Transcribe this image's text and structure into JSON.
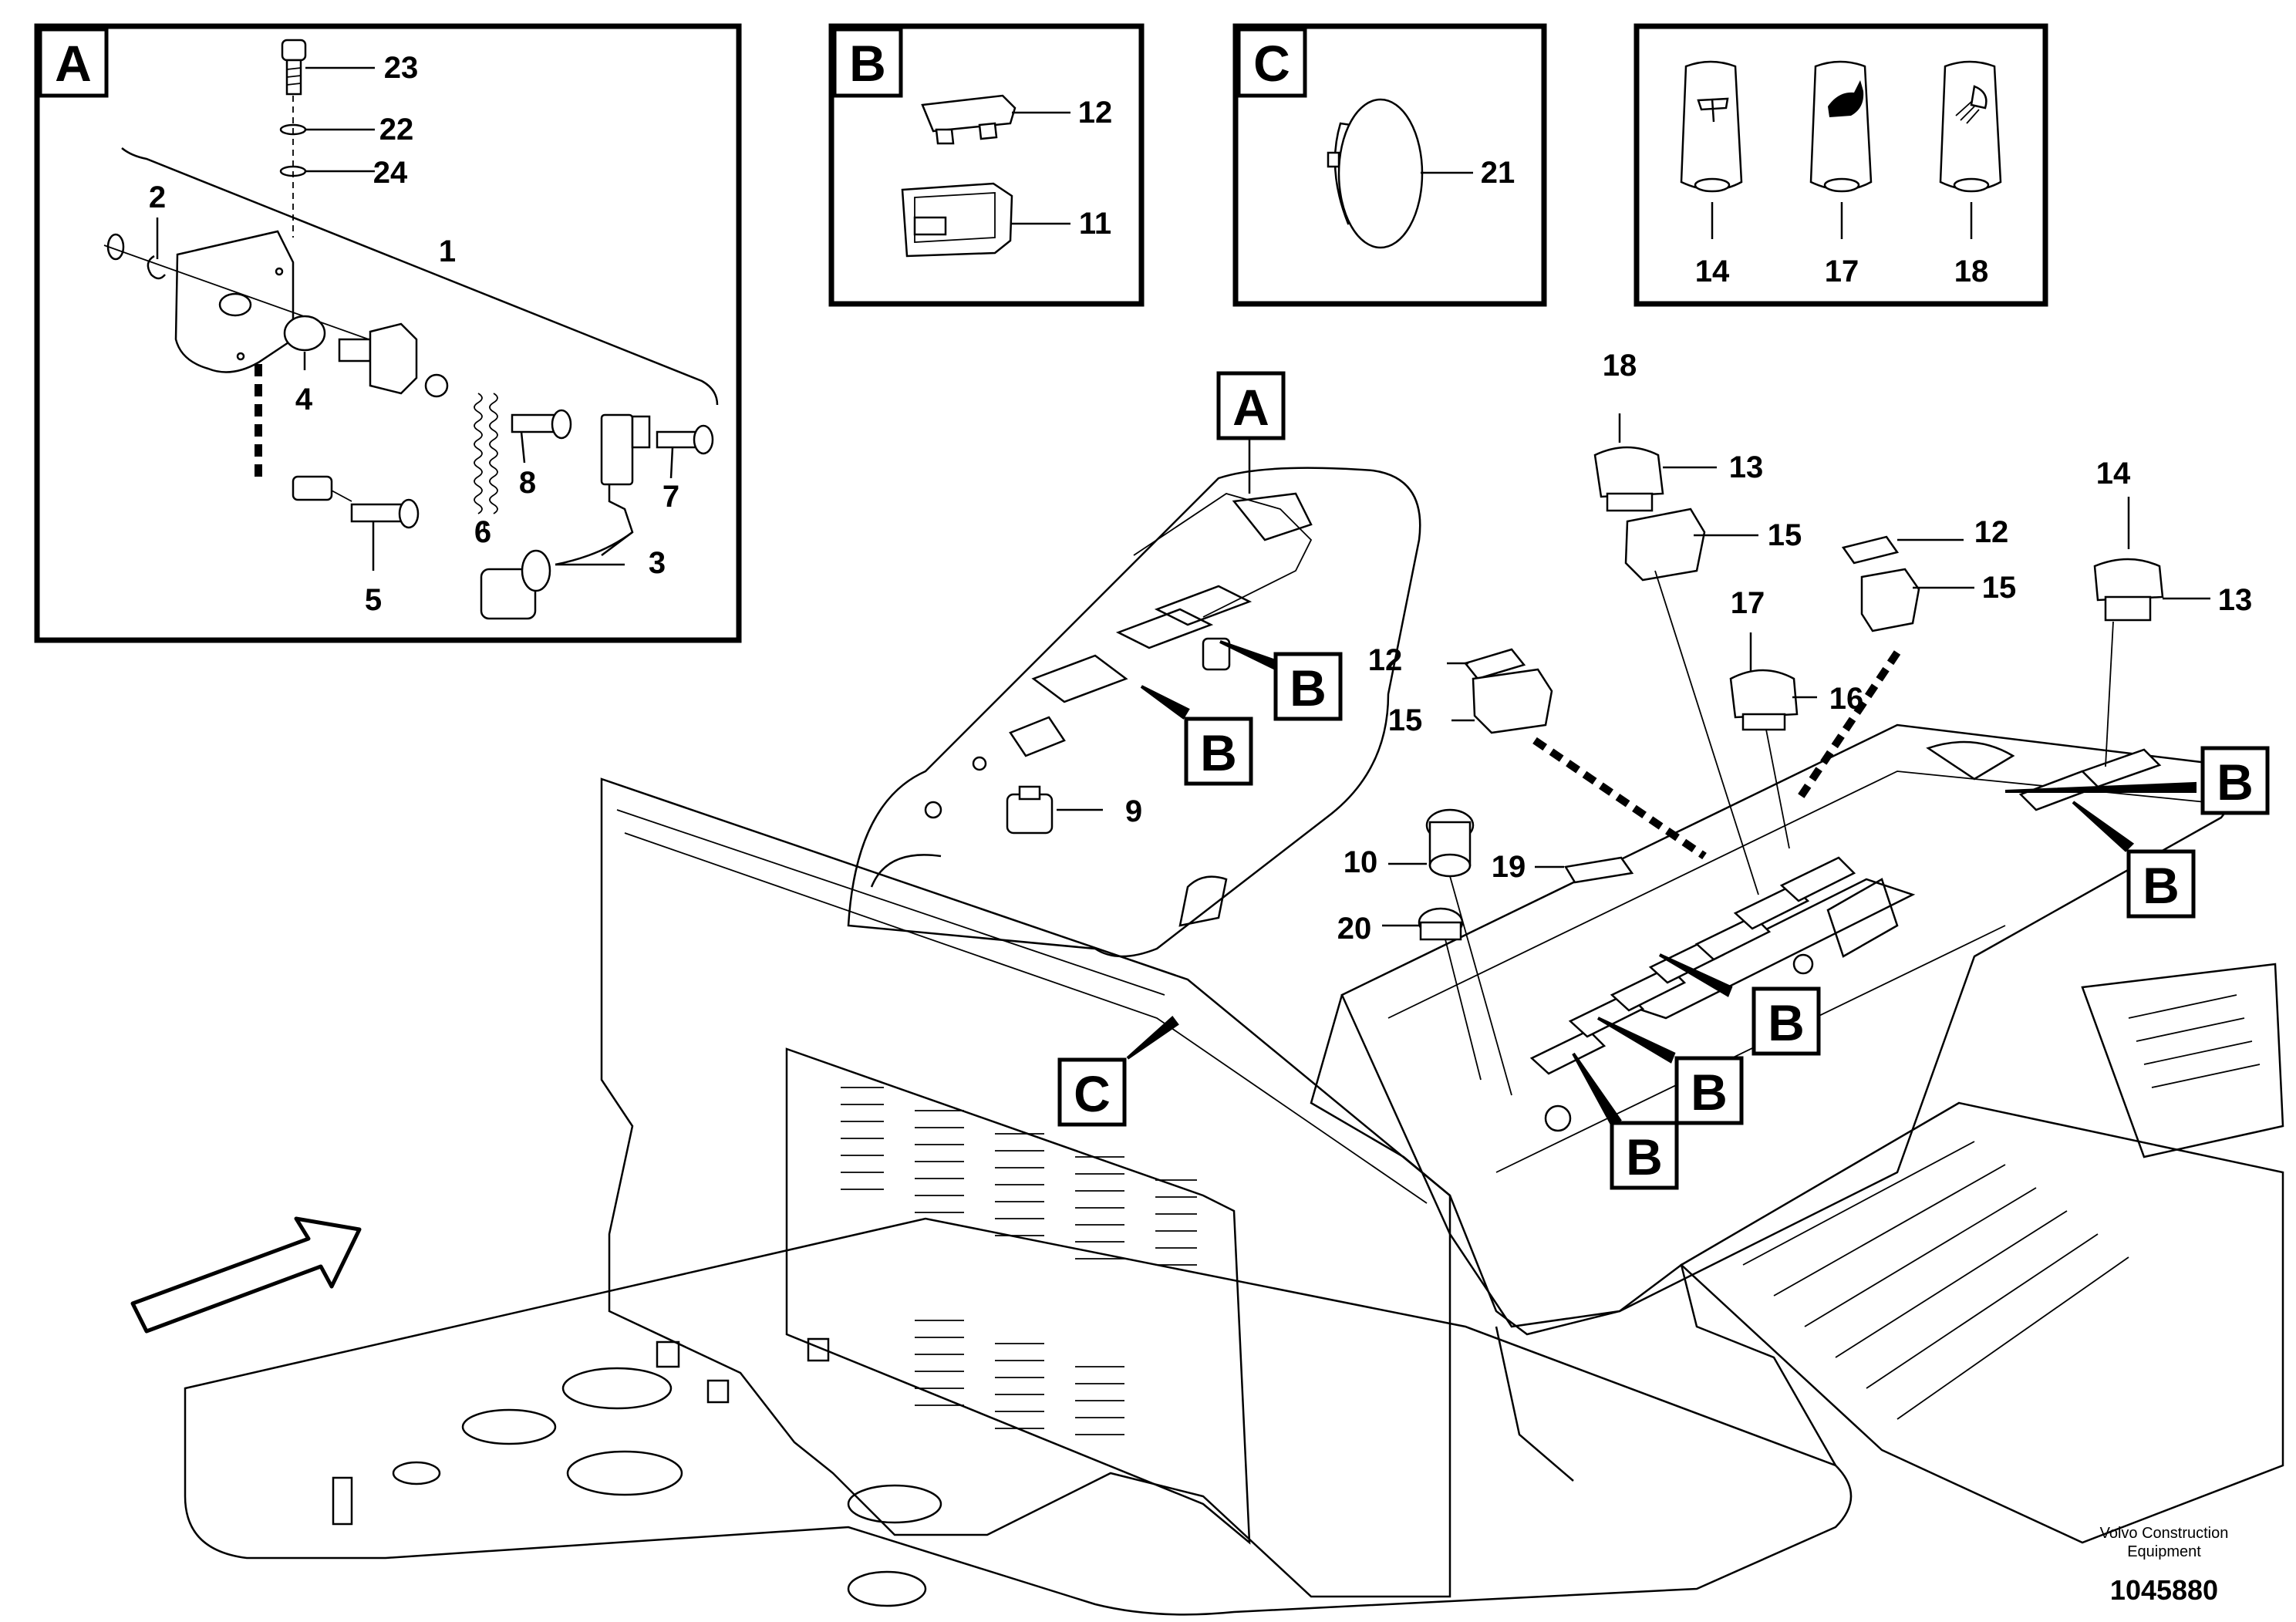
{
  "detail_boxes": {
    "A": {
      "label": "A",
      "callouts": {
        "p23": "23",
        "p22": "22",
        "p24": "24",
        "p2": "2",
        "p1": "1",
        "p4": "4",
        "p8": "8",
        "p7": "7",
        "p6": "6",
        "p3": "3",
        "p5": "5"
      }
    },
    "B": {
      "label": "B",
      "callouts": {
        "p12": "12",
        "p11": "11"
      }
    },
    "C": {
      "label": "C",
      "callouts": {
        "p21": "21"
      }
    },
    "D": {
      "callouts": {
        "p14": "14",
        "p17": "17",
        "p18": "18"
      }
    }
  },
  "main_view": {
    "view_labels": {
      "A": "A",
      "B1": "B",
      "B2": "B",
      "B3": "B",
      "B4": "B",
      "B5": "B",
      "B6": "B",
      "B7": "B",
      "C": "C"
    },
    "callouts": {
      "p18": "18",
      "p13a": "13",
      "p15a": "15",
      "p12a": "12",
      "p15b": "15",
      "p14": "14",
      "p13b": "13",
      "p17": "17",
      "p16": "16",
      "p12b": "12",
      "p15c": "15",
      "p9": "9",
      "p10": "10",
      "p19": "19",
      "p20": "20"
    }
  },
  "footer": {
    "company_line1": "Volvo Construction",
    "company_line2": "Equipment",
    "doc_number": "1045880"
  },
  "icons": [
    "wiper-icon",
    "rabbit-icon",
    "work-light-icon",
    "direction-arrow-icon"
  ]
}
